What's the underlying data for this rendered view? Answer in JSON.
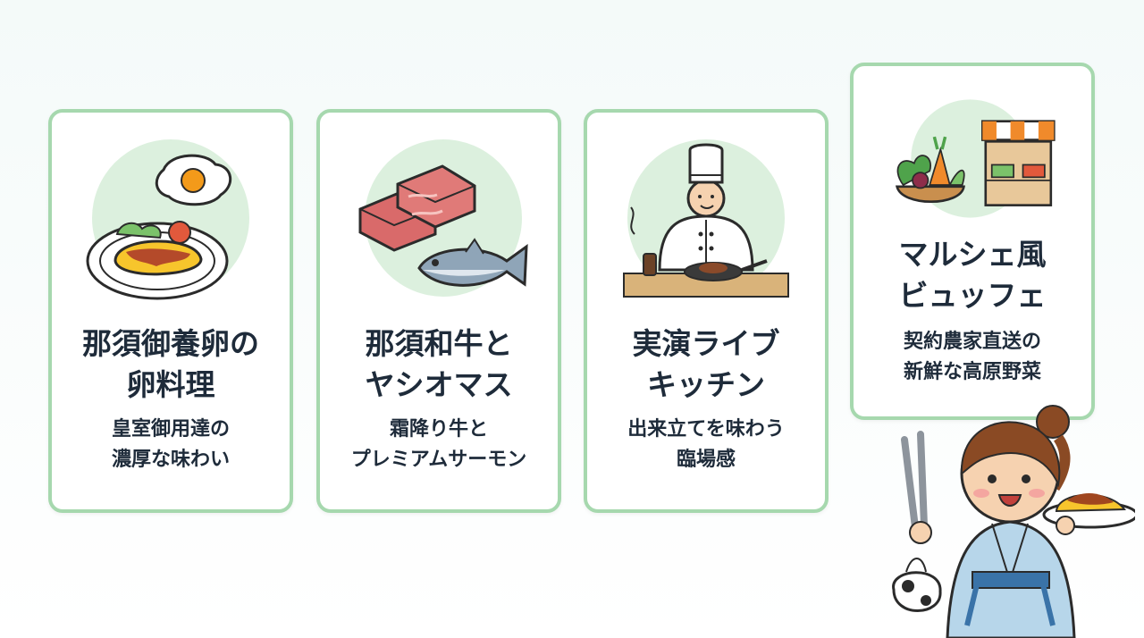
{
  "cards": [
    {
      "icon": "omelette-egg-plate-icon",
      "title_line1": "那須御養卵の",
      "title_line2": "卵料理",
      "sub_line1": "皇室御用達の",
      "sub_line2": "濃厚な味わい"
    },
    {
      "icon": "beef-salmon-icon",
      "title_line1": "那須和牛と",
      "title_line2": "ヤシオマス",
      "sub_line1": "霜降り牛と",
      "sub_line2": "プレミアムサーモン"
    },
    {
      "icon": "chef-cooking-icon",
      "title_line1": "実演ライブ",
      "title_line2": "キッチン",
      "sub_line1": "出来立てを味わう",
      "sub_line2": "臨場感"
    },
    {
      "icon": "vegetable-market-stall-icon",
      "title_line1": "マルシェ風",
      "title_line2": "ビュッフェ",
      "sub_line1": "契約農家直送の",
      "sub_line2": "新鮮な高原野菜"
    }
  ],
  "mascot": {
    "icon": "yukata-girl-with-tongs-icon"
  },
  "colors": {
    "card_border": "#a6d8ae",
    "icon_circle": "#dcf0de",
    "text": "#1e2b3a",
    "background": "#f4faf9"
  }
}
